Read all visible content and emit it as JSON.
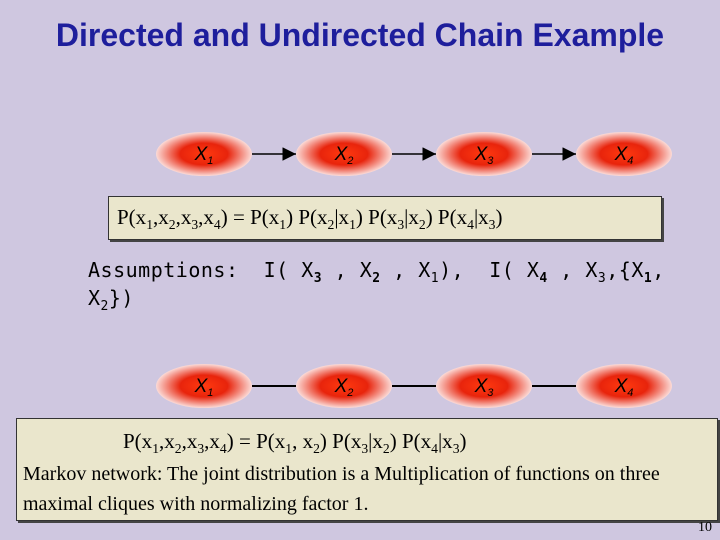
{
  "title": "Directed and Undirected Chain Example",
  "directed_chain": {
    "nodes": [
      "X1",
      "X2",
      "X3",
      "X4"
    ],
    "edges": "directed"
  },
  "undirected_chain": {
    "nodes": [
      "X1",
      "X2",
      "X3",
      "X4"
    ],
    "edges": "undirected"
  },
  "formula_directed": "P(x1,x2,x3,x4) = P(x1) P(x2|x1) P(x3|x2) P(x4|x3)",
  "assumptions": {
    "label": "Assumptions:",
    "text": "I( X3 , X2 , X1), I( X4 , X3,{X1, X2})"
  },
  "formula_undirected": "P(x1,x2,x3,x4) = P(x1, x2) P(x3|x2) P(x4|x3)",
  "markov_note": "Markov network: The joint distribution is a Multiplication of functions on three maximal cliques with normalizing factor 1.",
  "page_number": "10",
  "colors": {
    "background": "#cfc7e0",
    "title": "#1e1e9c",
    "node_fill": "#e8240c",
    "box_fill": "#eae6cc"
  }
}
